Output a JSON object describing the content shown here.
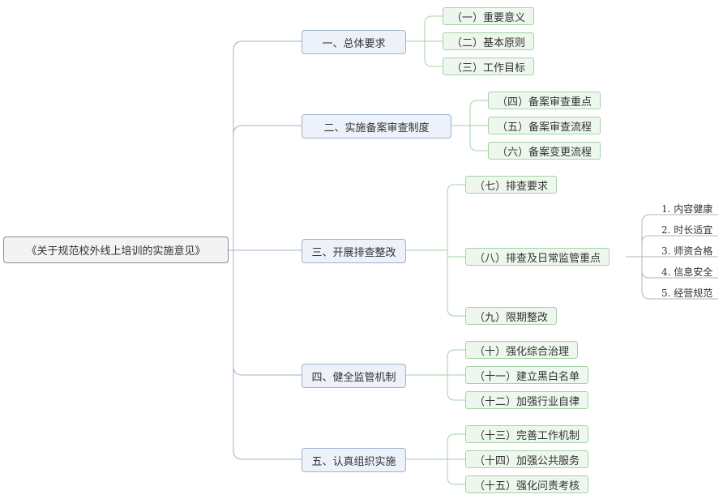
{
  "root": {
    "title": "《关于规范校外线上培训的实施意见》"
  },
  "branches": [
    {
      "label": "一、总体要求",
      "children": [
        "（一）重要意义",
        "（二）基本原则",
        "（三）工作目标"
      ]
    },
    {
      "label": "二、实施备案审查制度",
      "children": [
        "（四）备案审查重点",
        "（五）备案审查流程",
        "（六）备案变更流程"
      ]
    },
    {
      "label": "三、开展排查整改",
      "children": [
        "（七）排查要求",
        "（八）排查及日常监管重点",
        "（九）限期整改"
      ]
    },
    {
      "label": "四、健全监管机制",
      "children": [
        "（十）强化综合治理",
        "（十一）建立黑白名单",
        "（十二）加强行业自律"
      ]
    },
    {
      "label": "五、认真组织实施",
      "children": [
        "（十三）完善工作机制",
        "（十四）加强公共服务",
        "（十五）强化问责考核"
      ]
    }
  ],
  "focus_points": [
    "1. 内容健康",
    "2. 时长适宜",
    "3. 师资合格",
    "4. 信息安全",
    "5. 经营规范"
  ],
  "colors": {
    "root_fill": "#f3f3f3",
    "root_border": "#8c8c8c",
    "branch_fill": "#edf2fa",
    "branch_border": "#9db3cf",
    "branch_line": "#9db3cf",
    "topic_fill": "#eef7ee",
    "topic_border": "#a6d2a6",
    "topic_line": "#a6d2a6",
    "leaf_line": "#b5b5b5"
  }
}
